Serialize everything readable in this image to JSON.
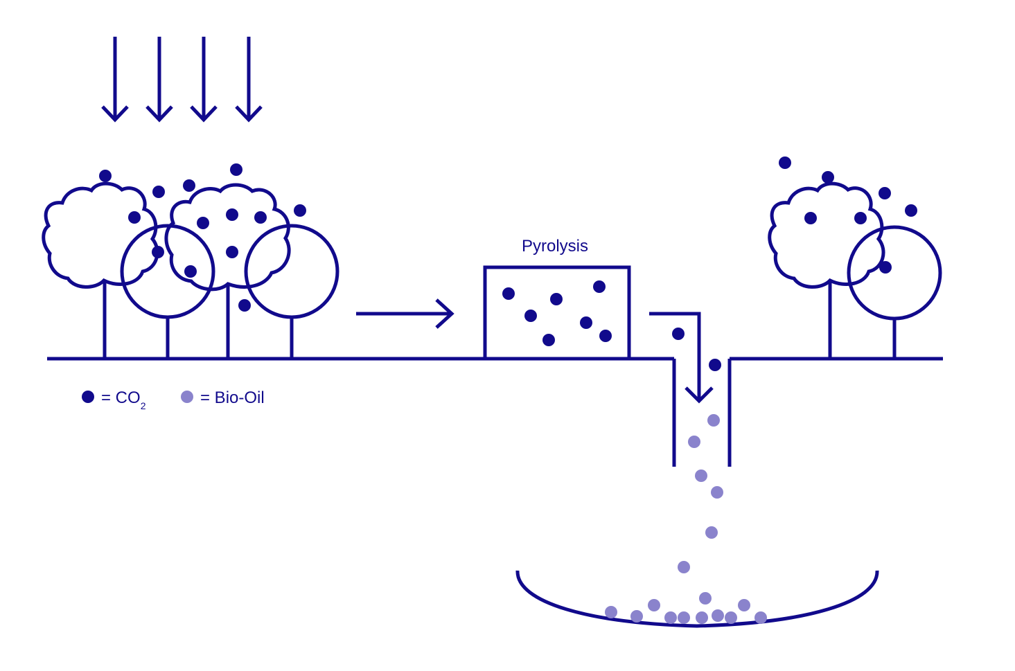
{
  "colors": {
    "line": "#110a8c",
    "co2": "#110a8c",
    "bio_oil": "#8a83cc",
    "background": "#ffffff"
  },
  "labels": {
    "pyrolysis": "Pyrolysis",
    "legend_co2_prefix": "= CO",
    "legend_co2_subscript": "2",
    "legend_bio_oil": "= Bio-Oil"
  },
  "legend": [
    {
      "icon": "co2-dot-icon",
      "label": "= CO2"
    },
    {
      "icon": "bio-oil-dot-icon",
      "label": "= Bio-Oil"
    }
  ],
  "icons": [
    "sunlight-arrow-icon",
    "tree-icon",
    "process-arrow-icon",
    "co2-dot-icon",
    "bio-oil-dot-icon"
  ]
}
